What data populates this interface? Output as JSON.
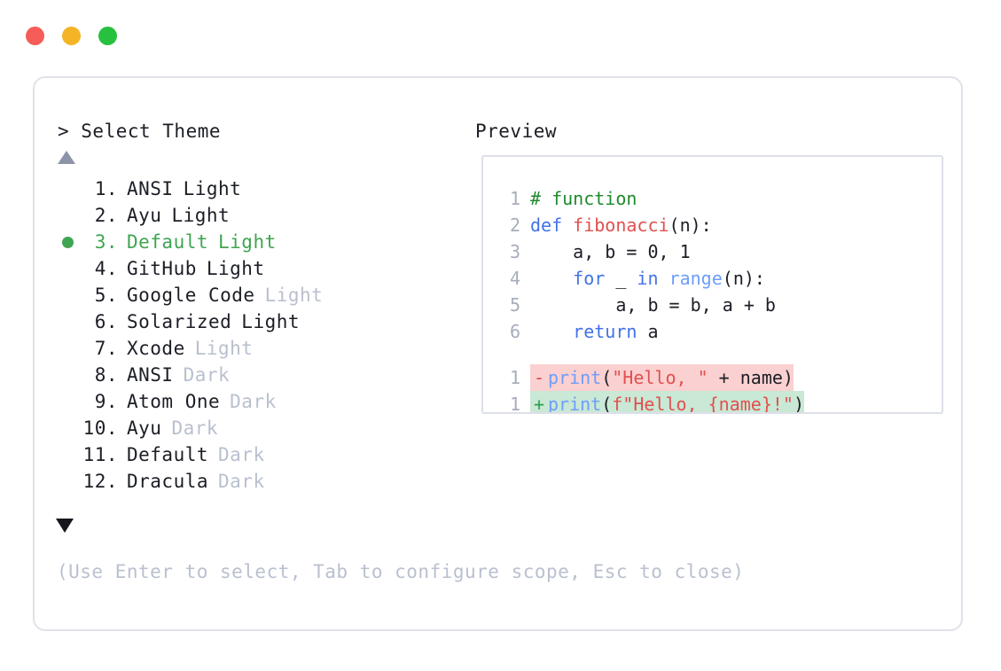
{
  "window": {
    "dots": [
      {
        "name": "close",
        "color": "#f65c58"
      },
      {
        "name": "minimize",
        "color": "#f5b425"
      },
      {
        "name": "maximize",
        "color": "#27c13f"
      }
    ]
  },
  "prompt": {
    "heading": "> Select Theme",
    "preview_heading": "Preview",
    "scroll_up_icon": "triangle-up-icon",
    "scroll_down_icon": "triangle-down-icon",
    "selected_index": 3,
    "selected_color": "#3fa552",
    "muted_color": "#b9c0cf"
  },
  "themes": [
    {
      "index": "1.",
      "name": "ANSI",
      "suffix": "Light",
      "muted_suffix": false,
      "selected": false
    },
    {
      "index": "2.",
      "name": "Ayu",
      "suffix": "Light",
      "muted_suffix": false,
      "selected": false
    },
    {
      "index": "3.",
      "name": "Default",
      "suffix": "Light",
      "muted_suffix": false,
      "selected": true
    },
    {
      "index": "4.",
      "name": "GitHub",
      "suffix": "Light",
      "muted_suffix": false,
      "selected": false
    },
    {
      "index": "5.",
      "name": "Google Code",
      "suffix": "Light",
      "muted_suffix": true,
      "selected": false
    },
    {
      "index": "6.",
      "name": "Solarized",
      "suffix": "Light",
      "muted_suffix": false,
      "selected": false
    },
    {
      "index": "7.",
      "name": "Xcode",
      "suffix": "Light",
      "muted_suffix": true,
      "selected": false
    },
    {
      "index": "8.",
      "name": "ANSI",
      "suffix": "Dark",
      "muted_suffix": true,
      "selected": false
    },
    {
      "index": "9.",
      "name": "Atom One",
      "suffix": "Dark",
      "muted_suffix": true,
      "selected": false
    },
    {
      "index": "10.",
      "name": "Ayu",
      "suffix": "Dark",
      "muted_suffix": true,
      "selected": false
    },
    {
      "index": "11.",
      "name": "Default",
      "suffix": "Dark",
      "muted_suffix": true,
      "selected": false
    },
    {
      "index": "12.",
      "name": "Dracula",
      "suffix": "Dark",
      "muted_suffix": true,
      "selected": false
    }
  ],
  "code_preview": {
    "lines": [
      {
        "ln": "1",
        "tokens": [
          {
            "t": "# function",
            "c": "comment"
          }
        ]
      },
      {
        "ln": "2",
        "tokens": [
          {
            "t": "def ",
            "c": "keyword"
          },
          {
            "t": "fibonacci",
            "c": "func"
          },
          {
            "t": "(n):",
            "c": "plain"
          }
        ]
      },
      {
        "ln": "3",
        "tokens": [
          {
            "t": "    a, b = ",
            "c": "plain"
          },
          {
            "t": "0",
            "c": "num"
          },
          {
            "t": ", ",
            "c": "plain"
          },
          {
            "t": "1",
            "c": "num"
          }
        ]
      },
      {
        "ln": "4",
        "tokens": [
          {
            "t": "    ",
            "c": "plain"
          },
          {
            "t": "for",
            "c": "keyword"
          },
          {
            "t": " _ ",
            "c": "plain"
          },
          {
            "t": "in",
            "c": "keyword"
          },
          {
            "t": " ",
            "c": "plain"
          },
          {
            "t": "range",
            "c": "builtin"
          },
          {
            "t": "(n):",
            "c": "plain"
          }
        ]
      },
      {
        "ln": "5",
        "tokens": [
          {
            "t": "        a, b = b, a + b",
            "c": "plain"
          }
        ]
      },
      {
        "ln": "6",
        "tokens": [
          {
            "t": "    ",
            "c": "plain"
          },
          {
            "t": "return",
            "c": "keyword"
          },
          {
            "t": " a",
            "c": "plain"
          }
        ]
      }
    ],
    "diff": [
      {
        "ln": "1",
        "kind": "del",
        "sign": "-",
        "background": "#fbd0d0",
        "tokens": [
          {
            "t": "print",
            "c": "builtin"
          },
          {
            "t": "(",
            "c": "plain"
          },
          {
            "t": "\"Hello, \"",
            "c": "string"
          },
          {
            "t": " + name)",
            "c": "plain"
          }
        ]
      },
      {
        "ln": "1",
        "kind": "add",
        "sign": "+",
        "background": "#c9e8d5",
        "tokens": [
          {
            "t": "print",
            "c": "builtin"
          },
          {
            "t": "(",
            "c": "plain"
          },
          {
            "t": "f\"Hello, {name}!\"",
            "c": "string"
          },
          {
            "t": ")",
            "c": "plain"
          }
        ]
      }
    ]
  },
  "footer": {
    "hint": "(Use Enter to select, Tab to configure scope, Esc to close)"
  }
}
